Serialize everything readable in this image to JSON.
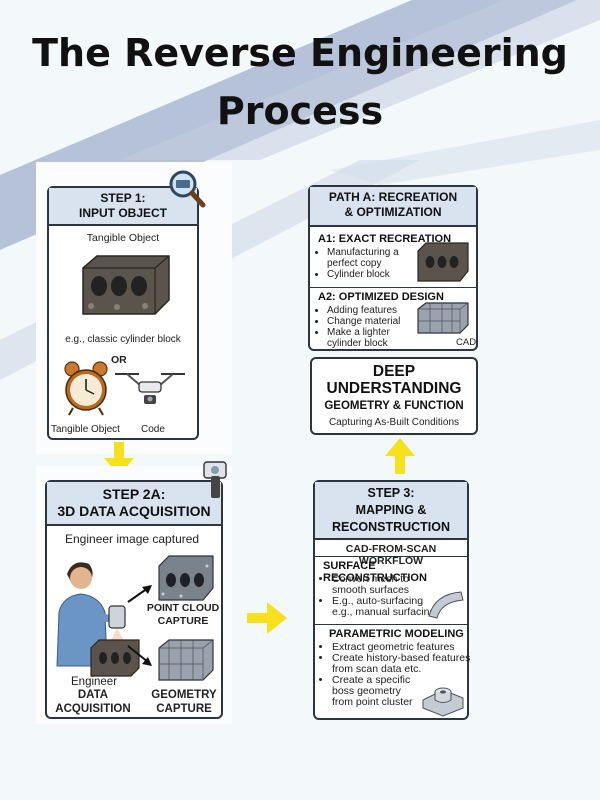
{
  "title": "The Reverse Engineering Process",
  "step1": {
    "header": "STEP 1:\nINPUT OBJECT",
    "label": "Tangible Object",
    "caption": "e.g., classic cylinder block",
    "or": "OR",
    "left_label": "Tangible Object",
    "right_label": "Code"
  },
  "step2a": {
    "header": "STEP 2A:\n3D DATA ACQUISITION",
    "subtitle": "Engineer image captured",
    "point_cloud": "POINT CLOUD\nCAPTURE",
    "engineer": "Engineer",
    "data_acq": "DATA\nACQUISITION",
    "geometry": "GEOMETRY\nCAPTURE"
  },
  "step3": {
    "header": "STEP 3:\nMAPPING &\nRECONSTRUCTION",
    "workflow": "CAD-FROM-SCAN WORKFLOW",
    "surface_title": "SURFACE RECONSTRUCTION",
    "surface_items": [
      "Convert mesh to smooth surfaces",
      "E.g., auto-surfacing e.g., manual surfacing"
    ],
    "param_title": "PARAMETRIC MODELING",
    "param_items": [
      "Extract geometric features",
      "Create history-based features from scan data etc.",
      "Create a specific boss geometry from point cluster"
    ]
  },
  "deep": {
    "line1": "DEEP\nUNDERSTANDING",
    "line2": "GEOMETRY & FUNCTION",
    "caption": "Capturing As-Built Conditions"
  },
  "pathA": {
    "header": "PATH A: RECREATION\n& OPTIMIZATION",
    "a1_title": "A1: EXACT RECREATION",
    "a1_items": [
      "Manufacturing a perfect copy",
      "Cylinder block"
    ],
    "a2_title": "A2: OPTIMIZED DESIGN",
    "a2_items": [
      "Adding features",
      "Change material",
      "Make a lighter cylinder block"
    ],
    "cad": "CAD"
  },
  "colors": {
    "arrow": "#f7e11c",
    "header_bg": "#d9e3f0",
    "border": "#2d3540",
    "stripe": "#aab9d3"
  },
  "icons": [
    "magnifier-icon",
    "engine-block-icon",
    "alarm-clock-icon",
    "drone-icon",
    "handheld-scanner-icon",
    "engineer-icon",
    "point-cloud-icon",
    "geometry-mesh-icon",
    "curved-surface-icon",
    "boss-part-icon"
  ]
}
